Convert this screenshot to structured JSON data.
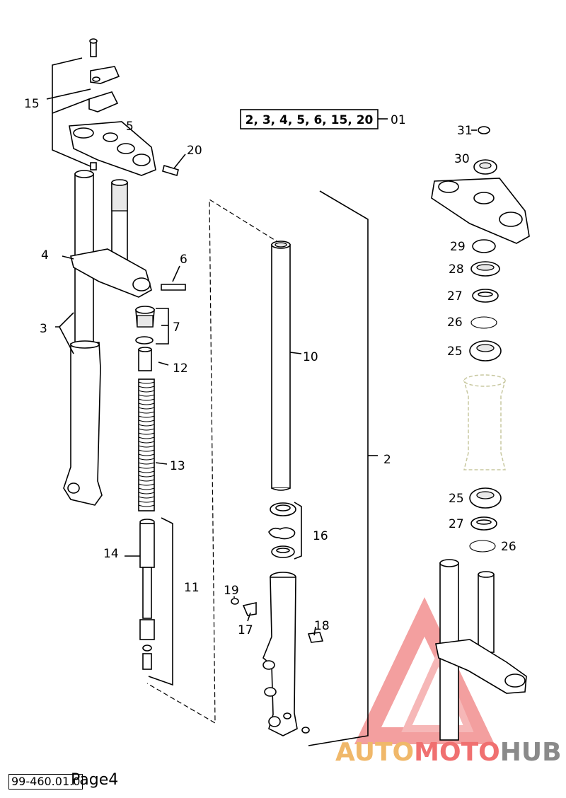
{
  "assembly_code": {
    "parts": "2, 3, 4, 5, 6, 15, 20",
    "code": "01"
  },
  "callouts": {
    "c2": "2",
    "c3": "3",
    "c4": "4",
    "c5": "5",
    "c6": "6",
    "c7": "7",
    "c10": "10",
    "c11": "11",
    "c12": "12",
    "c13": "13",
    "c14": "14",
    "c15": "15",
    "c16": "16",
    "c17": "17",
    "c18": "18",
    "c19": "19",
    "c20": "20",
    "c25a": "25",
    "c25b": "25",
    "c26a": "26",
    "c26b": "26",
    "c27a": "27",
    "c27b": "27",
    "c28": "28",
    "c29": "29",
    "c30": "30",
    "c31": "31"
  },
  "footer": {
    "doc_code": "99-460.01.0",
    "page": "Page4"
  },
  "watermark": {
    "part1": "AUTO",
    "part2": "MOTO",
    "part3": "HUB",
    "colors": {
      "auto": "#f0b86a",
      "moto": "#f07070",
      "hub": "#8a8a8a",
      "triangle": "#f08080"
    }
  }
}
